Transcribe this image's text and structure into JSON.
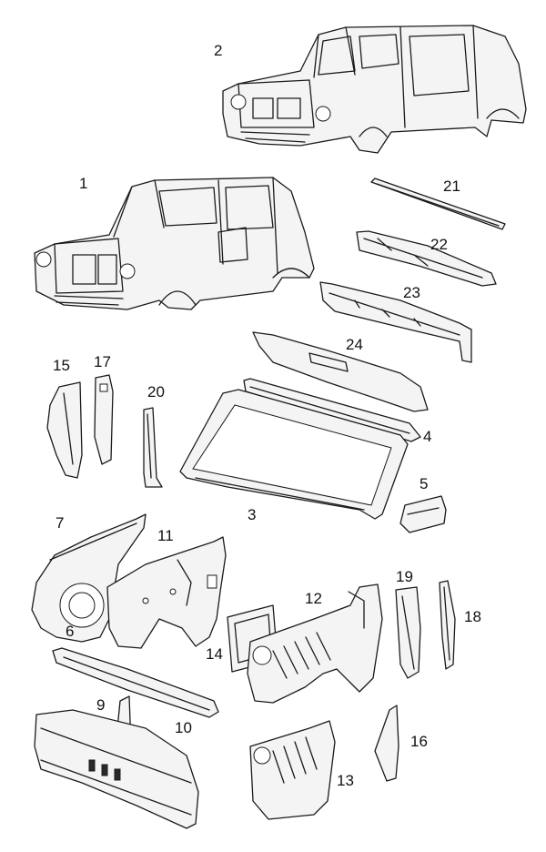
{
  "labels": {
    "p1": "1",
    "p2": "2",
    "p3": "3",
    "p4": "4",
    "p5": "5",
    "p6": "6",
    "p7": "7",
    "p9": "9",
    "p10": "10",
    "p11": "11",
    "p12": "12",
    "p13": "13",
    "p14": "14",
    "p15": "15",
    "p16": "16",
    "p17": "17",
    "p18": "18",
    "p19": "19",
    "p20": "20",
    "p21": "21",
    "p22": "22",
    "p23": "23",
    "p24": "24"
  },
  "colors": {
    "ink": "#1a1a1a",
    "paper": "#ffffff",
    "shade": "#f4f4f4"
  }
}
